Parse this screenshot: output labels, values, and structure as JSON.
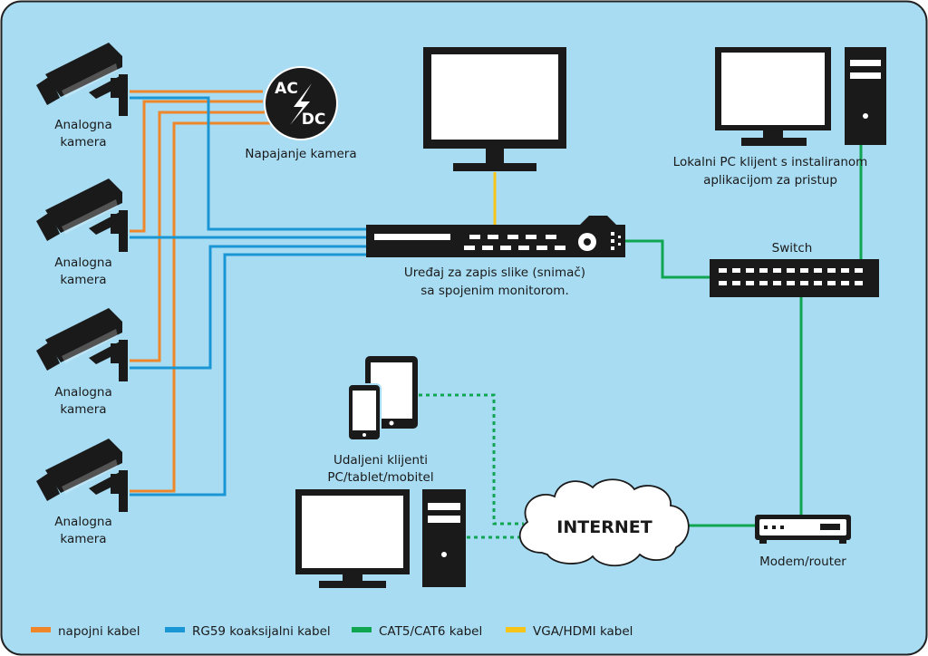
{
  "labels": {
    "camera": [
      "Analogna",
      "kamera"
    ],
    "power_supply": "Napajanje kamera",
    "acdc_top": "AC",
    "acdc_bottom": "DC",
    "recorder": [
      "Uređaj za zapis slike (snimač)",
      "sa spojenim monitorom."
    ],
    "local_pc": [
      "Lokalni PC klijent s instaliranom",
      "aplikacijom za pristup"
    ],
    "switch": "Switch",
    "remote": [
      "Udaljeni klijenti",
      "PC/tablet/mobitel"
    ],
    "internet": "INTERNET",
    "router": "Modem/router"
  },
  "legend": [
    {
      "label": "napojni kabel",
      "color": "#f0862a"
    },
    {
      "label": "RG59 koaksijalni kabel",
      "color": "#1b96d4"
    },
    {
      "label": "CAT5/CAT6 kabel",
      "color": "#10a550"
    },
    {
      "label": "VGA/HDMI kabel",
      "color": "#f7c51a"
    }
  ],
  "colors": {
    "background": "#a8dcf3",
    "device": "#1a1a1a",
    "power": "#f0862a",
    "coax": "#1b96d4",
    "network": "#10a550",
    "video": "#f7c51a"
  }
}
